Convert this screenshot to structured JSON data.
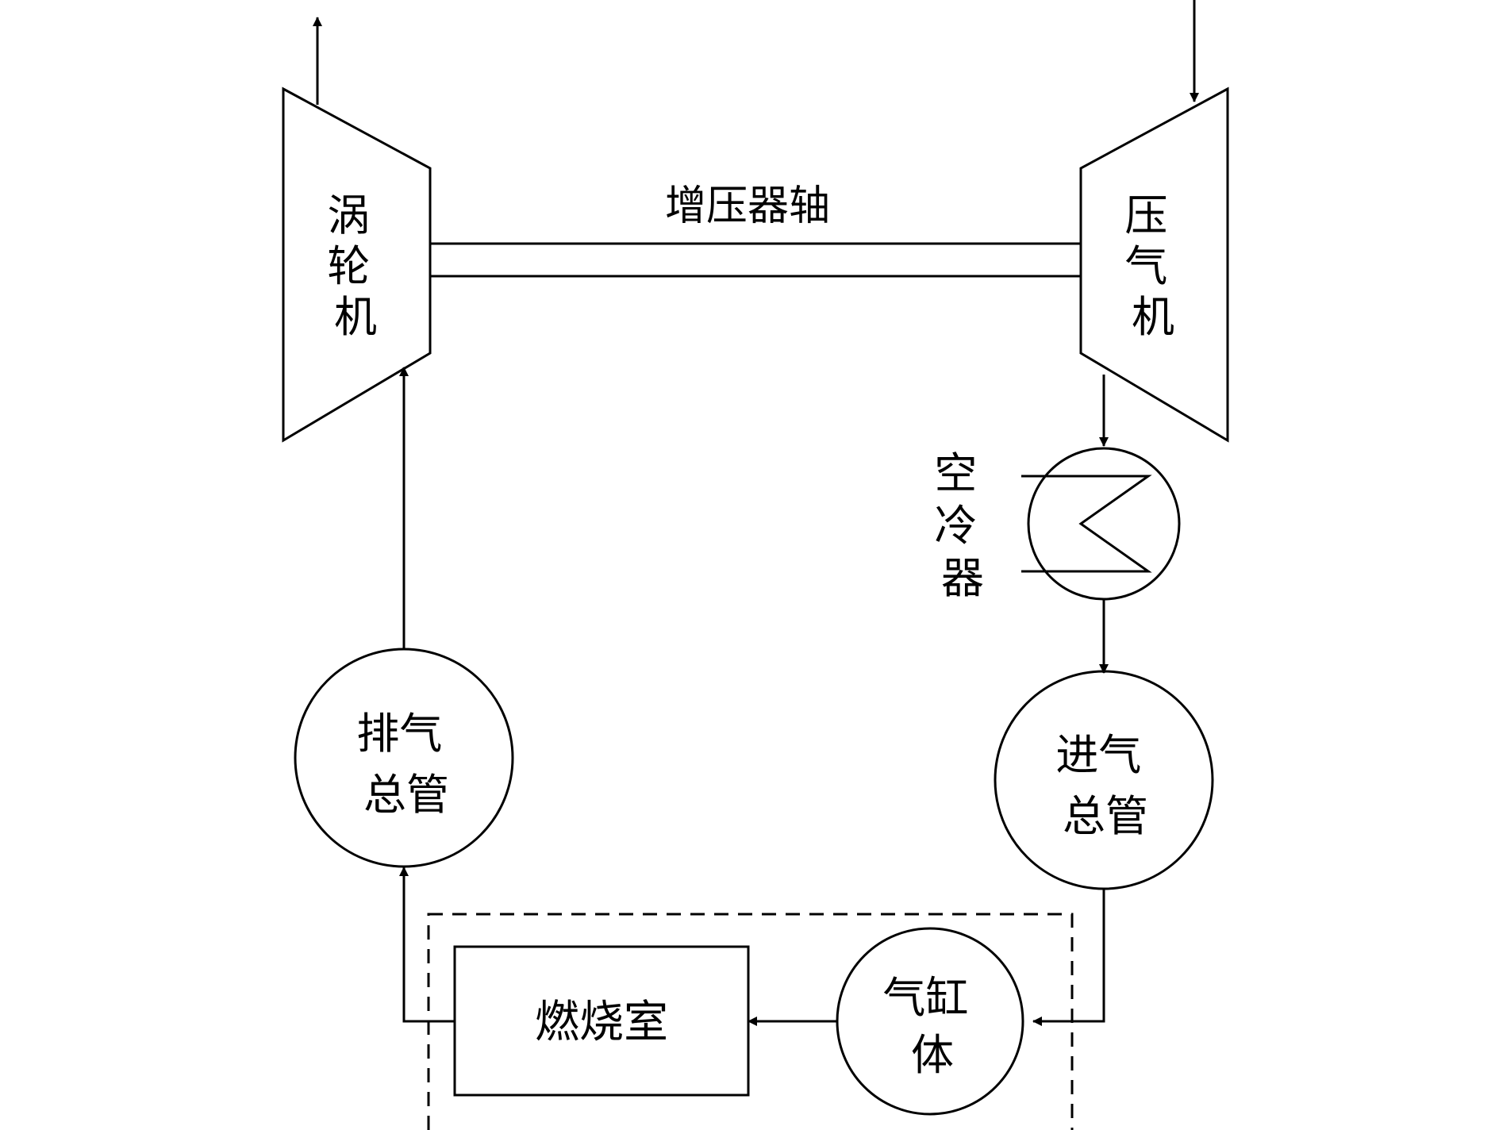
{
  "labels": {
    "turbine": [
      "涡",
      "轮",
      "机"
    ],
    "compressor": [
      "压",
      "气",
      "机"
    ],
    "shaft": "增压器轴",
    "intercooler": [
      "空",
      "冷",
      "器"
    ],
    "exhaust_manifold": [
      "排气",
      "总管"
    ],
    "intake_manifold": [
      "进气",
      "总管"
    ],
    "combustion_chamber": "燃烧室",
    "cylinder": [
      "气缸",
      "体"
    ]
  },
  "colors": {
    "line": "#000000",
    "background": "#ffffff"
  }
}
